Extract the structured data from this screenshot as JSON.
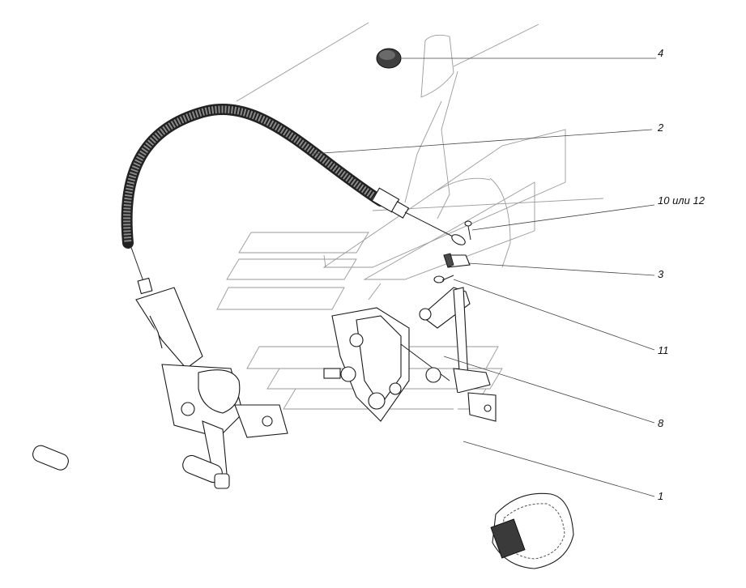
{
  "callouts": [
    {
      "label": "4"
    },
    {
      "label": "2"
    },
    {
      "label": "10 или 12"
    },
    {
      "label": "3"
    },
    {
      "label": "11"
    },
    {
      "label": "8"
    },
    {
      "label": "1"
    }
  ],
  "colors": {
    "line": "#222222",
    "ghost": "#9a9a9a",
    "background": "#ffffff"
  }
}
